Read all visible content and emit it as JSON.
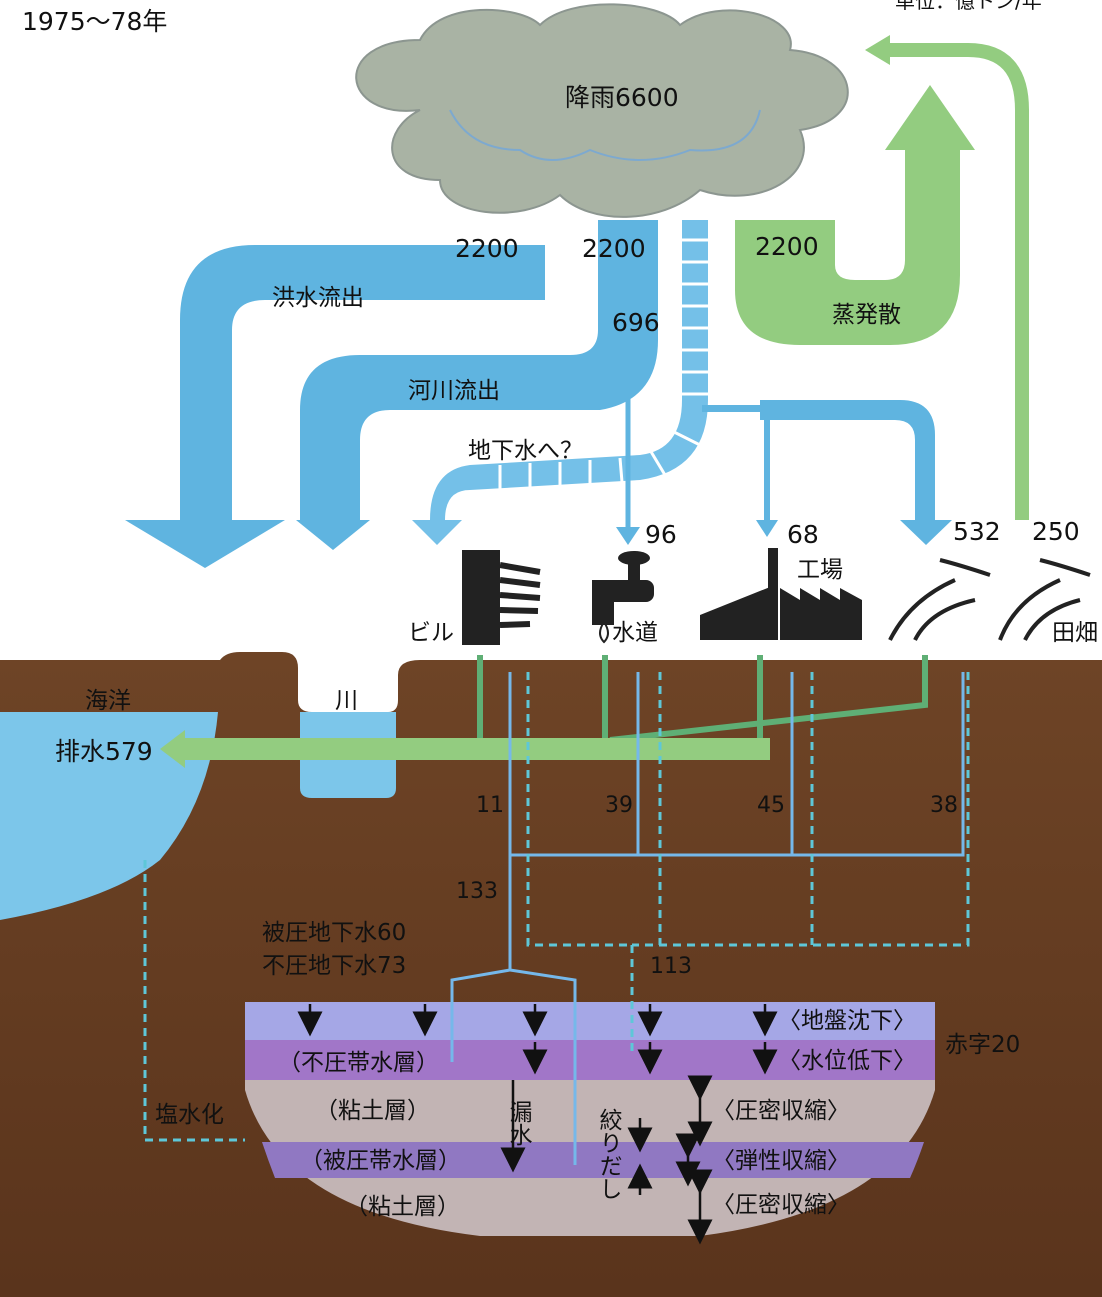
{
  "header": {
    "period": "1975〜78年",
    "unit": "単位：億トン/年"
  },
  "flows": {
    "rain": "降雨6600",
    "v_flood": "2200",
    "v_river": "2200",
    "v_evap": "2200",
    "flood_label": "洪水流出",
    "river_label": "河川流出",
    "evap_label": "蒸発散",
    "v_use": "696",
    "to_groundwater": "地下水へ？",
    "v_water": "96",
    "v_factory": "68",
    "v_field": "532",
    "v_return": "250"
  },
  "users": {
    "building": "ビル",
    "water": "水道",
    "factory": "工場",
    "field": "田畑"
  },
  "surface": {
    "ocean": "海洋",
    "river": "川",
    "drain": "排水579",
    "g_building": "11",
    "g_water": "39",
    "g_factory": "45",
    "g_field": "38",
    "g_total_left": "133",
    "g_total_right": "113",
    "confined": "被圧地下水60",
    "unconfined": "不圧地下水73",
    "salt": "塩水化"
  },
  "layers": {
    "unconfined_aquifer": "（不圧帯水層）",
    "clay1": "（粘土層）",
    "confined_aquifer": "（被圧帯水層）",
    "clay2": "（粘土層）",
    "leak": "漏水",
    "squeeze": "絞りだし"
  },
  "effects": {
    "subsidence": "〈地盤沈下〉",
    "water_drop": "〈水位低下〉",
    "deficit": "赤字20",
    "comp1": "〈圧密収縮〉",
    "elastic": "〈弾性収縮〉",
    "comp2": "〈圧密収縮〉"
  },
  "colors": {
    "blue": "#5fb4e0",
    "green": "#93cc80",
    "cloud": "#a9b3a4",
    "soil": "#6b4024",
    "ocean": "#7cc6ea",
    "dash": "#5ec7d8"
  }
}
